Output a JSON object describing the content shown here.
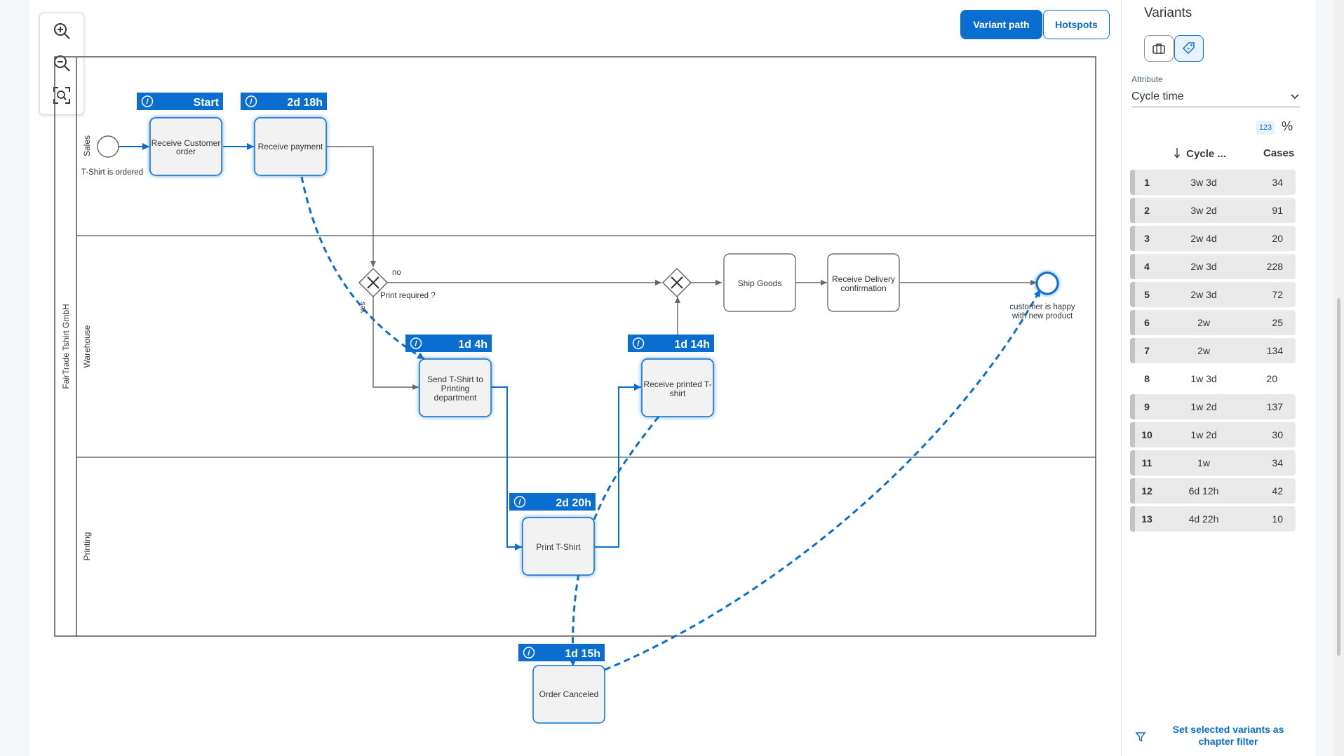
{
  "toolbar": {
    "zoom_in_icon": "zoom-in-icon",
    "zoom_out_icon": "zoom-out-icon",
    "fit_icon": "fit-to-screen-icon",
    "variant_path_label": "Variant path",
    "hotspots_label": "Hotspots"
  },
  "diagram": {
    "pool_label": "FairTrade Tshirt GmbH",
    "lanes": {
      "sales": "Sales",
      "warehouse": "Warehouse",
      "printing": "Printing"
    },
    "start_event_label": "T-Shirt is ordered",
    "end_event_label_1": "customer is happy",
    "end_event_label_2": "with new product",
    "gateway_label": "Print required ?",
    "gateway_no": "no",
    "gateway_yes": "yes",
    "tasks": {
      "receive_order_1": "Receive Customer",
      "receive_order_2": "order",
      "receive_payment": "Receive payment",
      "ship_goods": "Ship Goods",
      "receive_delivery_1": "Receive Delivery",
      "receive_delivery_2": "confirmation",
      "send_tshirt_1": "Send T-Shirt to",
      "send_tshirt_2": "Printing",
      "send_tshirt_3": "department",
      "receive_printed_1": "Receive printed T-",
      "receive_printed_2": "shirt",
      "print_tshirt": "Print T-Shirt",
      "order_canceled": "Order Canceled"
    },
    "badges": {
      "receive_order": "Start",
      "receive_payment": "2d 18h",
      "send_tshirt": "1d 4h",
      "receive_printed": "1d 14h",
      "print_tshirt": "2d 20h",
      "order_canceled": "1d 15h"
    },
    "accent_color": "#0a6ed1"
  },
  "panel": {
    "title": "Variants",
    "attribute_label": "Attribute",
    "attribute_value": "Cycle time",
    "num_toggle": "123",
    "pct_toggle": "%",
    "col_cycle": "Cycle ...",
    "col_cases": "Cases",
    "filter_link_1": "Set selected variants as",
    "filter_link_2": "chapter filter",
    "variants": [
      {
        "rank": "1",
        "cycle": "3w 3d",
        "cases": "34"
      },
      {
        "rank": "2",
        "cycle": "3w 2d",
        "cases": "91"
      },
      {
        "rank": "3",
        "cycle": "2w 4d",
        "cases": "20"
      },
      {
        "rank": "4",
        "cycle": "2w 3d",
        "cases": "228"
      },
      {
        "rank": "5",
        "cycle": "2w 3d",
        "cases": "72"
      },
      {
        "rank": "6",
        "cycle": "2w",
        "cases": "25"
      },
      {
        "rank": "7",
        "cycle": "2w",
        "cases": "134"
      },
      {
        "rank": "8",
        "cycle": "1w 3d",
        "cases": "20"
      },
      {
        "rank": "9",
        "cycle": "1w 2d",
        "cases": "137"
      },
      {
        "rank": "10",
        "cycle": "1w 2d",
        "cases": "30"
      },
      {
        "rank": "11",
        "cycle": "1w",
        "cases": "34"
      },
      {
        "rank": "12",
        "cycle": "6d 12h",
        "cases": "42"
      },
      {
        "rank": "13",
        "cycle": "4d 22h",
        "cases": "10"
      }
    ]
  }
}
